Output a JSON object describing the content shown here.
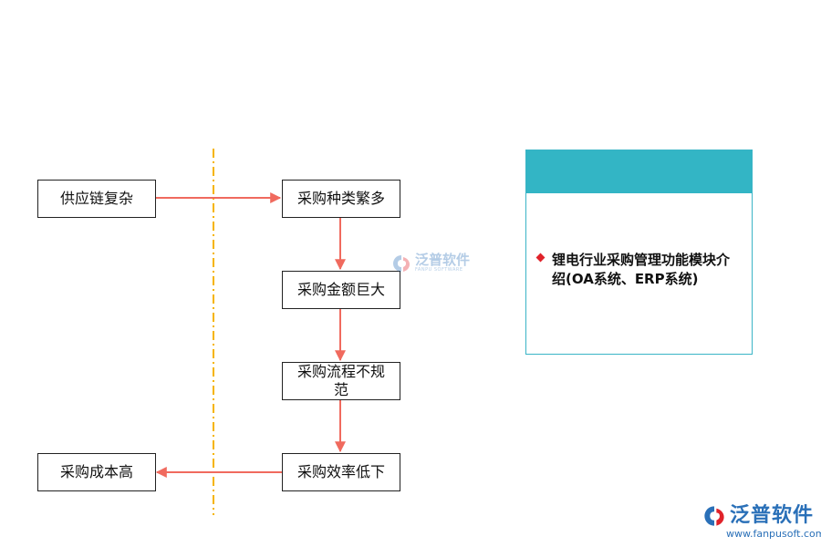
{
  "nodes": {
    "supply_chain_complex": "供应链复杂",
    "many_types": "采购种类繁多",
    "huge_amount": "采购金额巨大",
    "irregular_process": "采购流程不规范",
    "low_efficiency": "采购效率低下",
    "high_cost": "采购成本高"
  },
  "panel": {
    "bullet_text": "锂电行业采购管理功能模块介绍(OA系统、ERP系统)"
  },
  "watermark": {
    "brand": "泛普软件",
    "brand_en": "FANPU SOFTWARE",
    "url": "www.fanpusoft.com"
  },
  "colors": {
    "arrow": "#f06a5e",
    "divider": "#f5b400",
    "panel_header": "#33b5c5",
    "bullet": "#e0222a",
    "brand": "#2a70b8"
  }
}
